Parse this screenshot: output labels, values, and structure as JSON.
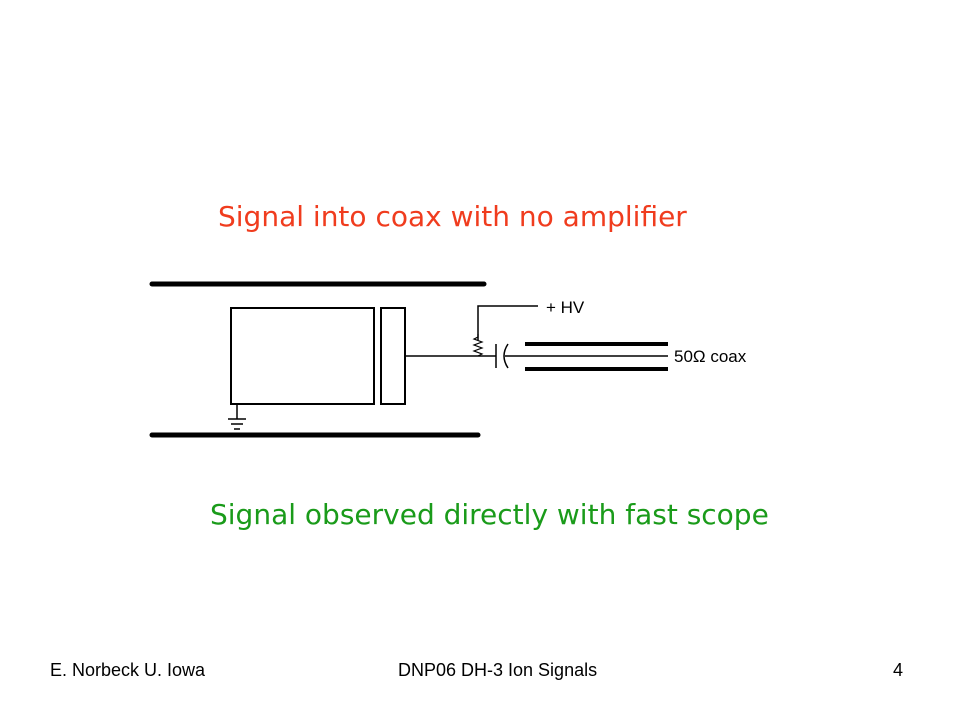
{
  "slide": {
    "title_top": "Signal into coax with no amplifier",
    "title_bottom": "Signal observed directly with fast scope",
    "colors": {
      "title_top": "#f03c1e",
      "title_bottom": "#1a9b1a",
      "lines": "#000000"
    }
  },
  "diagram": {
    "hv_label": "+ HV",
    "coax_label": "50Ω coax"
  },
  "footer": {
    "left": "E. Norbeck  U. Iowa",
    "center": "DNP06 DH-3  Ion Signals",
    "right": "4"
  }
}
